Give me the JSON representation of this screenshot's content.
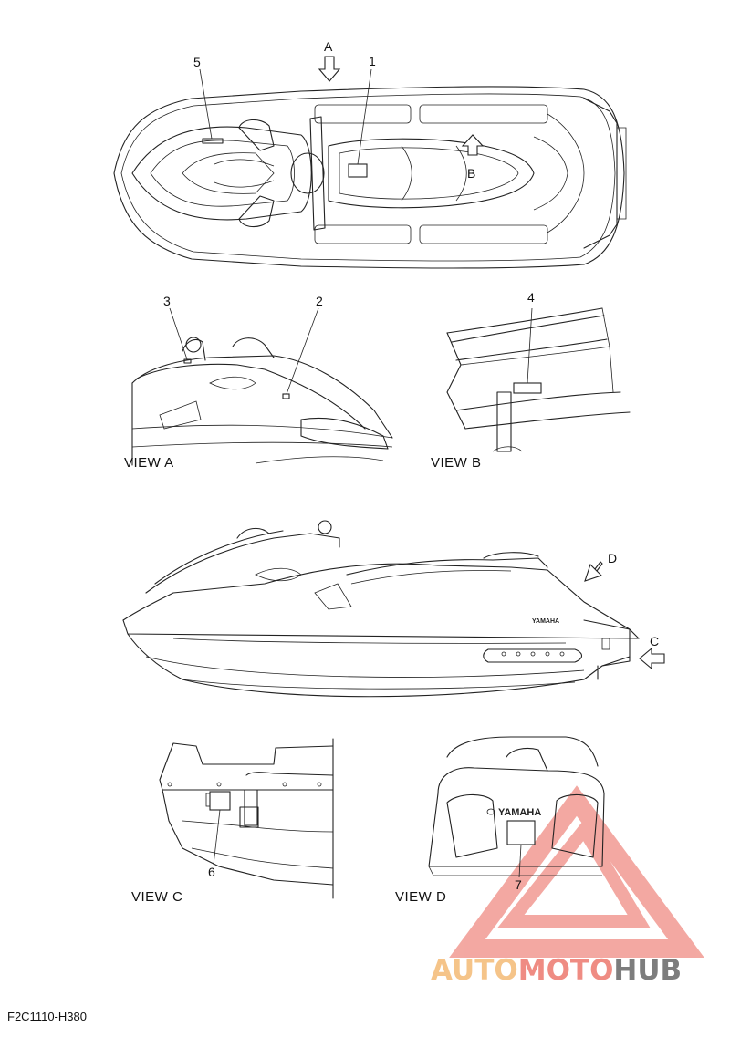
{
  "callouts": {
    "n1": "1",
    "n2": "2",
    "n3": "3",
    "n4": "4",
    "n5": "5",
    "n6": "6",
    "n7": "7"
  },
  "arrows": {
    "a": "A",
    "b": "B",
    "c": "C",
    "d": "D"
  },
  "views": {
    "view_a": "VIEW A",
    "view_b": "VIEW B",
    "view_c": "VIEW C",
    "view_d": "VIEW D"
  },
  "hull_text": {
    "side_logo": "YAMAHA",
    "rear_logo": "YAMAHA"
  },
  "diagram_code": "F2C1110-H380",
  "watermark": {
    "part1": "AUTO",
    "part2": "MOTO",
    "part3": "HUB",
    "colors": {
      "orange": "#f5c489",
      "red": "#ef8c83",
      "gray": "#7d7d7d"
    }
  }
}
